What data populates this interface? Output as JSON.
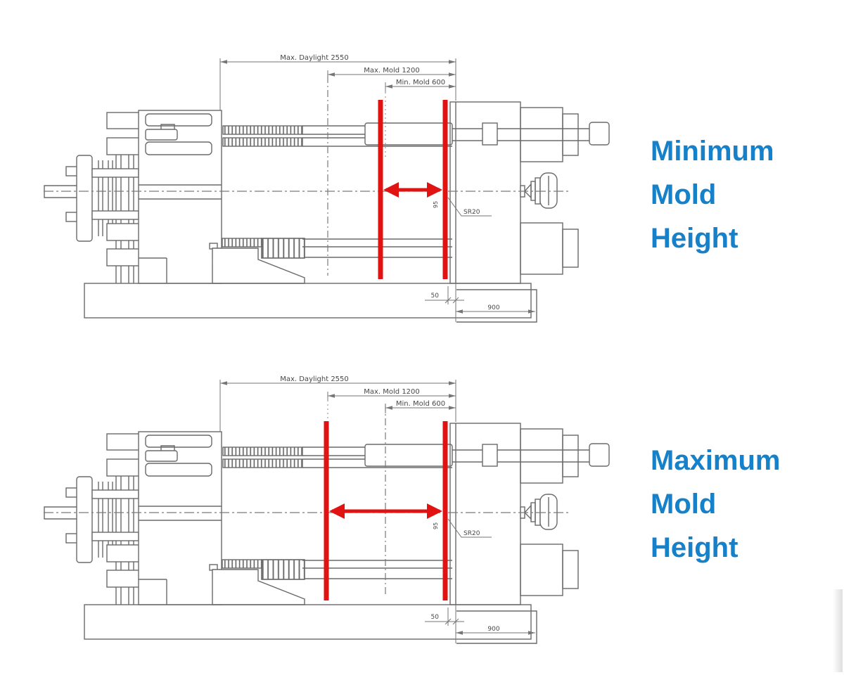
{
  "page": {
    "background": "#ffffff"
  },
  "figures": [
    {
      "name": "minimum-mold-height",
      "caption": {
        "line1": "Minimum",
        "line2": "Mold",
        "line3": "Height"
      }
    },
    {
      "name": "maximum-mold-height",
      "caption": {
        "line1": "Maximum",
        "line2": "Mold",
        "line3": "Height"
      }
    }
  ],
  "dimensions": {
    "max_daylight": "Max. Daylight 2550",
    "max_mold": "Max. Mold 1200",
    "min_mold": "Min. Mold 600",
    "platen_offset": "50",
    "base_width": "900",
    "nozzle_tip": "SR20",
    "locating_ring": "95"
  },
  "colors": {
    "highlight_red": "#e01212",
    "caption_blue": "#1680c8",
    "drawing_gray": "#6a6a6a"
  }
}
